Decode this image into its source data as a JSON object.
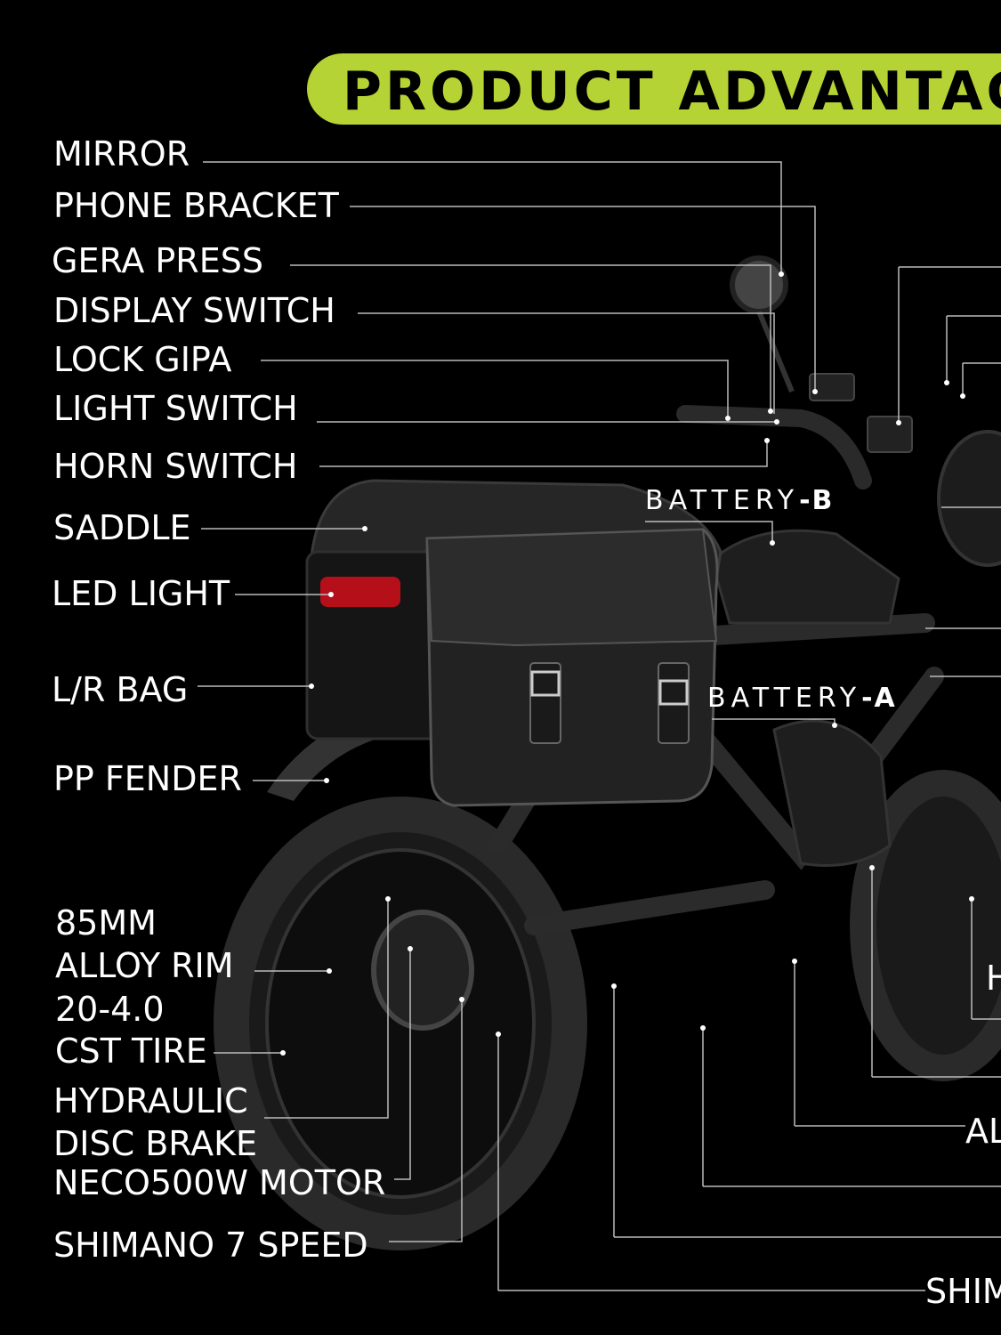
{
  "banner": {
    "title": "PRODUCT ADVANTAG"
  },
  "left_labels": [
    "MIRROR",
    "PHONE BRACKET",
    "GERA PRESS",
    "DISPLAY SWITCH",
    "LOCK GIPA",
    "LIGHT SWITCH",
    "HORN SWITCH",
    "SADDLE",
    "LED LIGHT",
    "L/R BAG",
    "PP FENDER"
  ],
  "wheel_labels": [
    "85MM",
    "ALLOY RIM",
    "20-4.0",
    "CST TIRE",
    "HYDRAULIC",
    "DISC BRAKE",
    "NECO500W MOTOR",
    "SHIMANO 7 SPEED"
  ],
  "battery_b": {
    "name": "BATTERY",
    "suffix": "-B"
  },
  "battery_a": {
    "name": "BATTERY",
    "suffix": "-A"
  },
  "right_labels": {
    "h": "H",
    "al": "AL",
    "shim": "SHIM"
  },
  "colors": {
    "accent": "#b5d334",
    "background": "#000000",
    "text": "#ffffff"
  }
}
